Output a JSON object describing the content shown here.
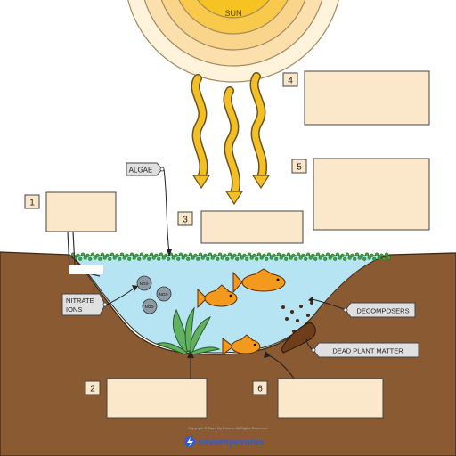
{
  "diagram": {
    "sun_label": "SUN",
    "labels": {
      "algae": "ALGAE",
      "nitrate_line1": "NITRATE",
      "nitrate_line2": "IONS",
      "decomposers": "DECOMPOSERS",
      "dead_plant_matter": "DEAD  PLANT  MATTER"
    },
    "ions": [
      "NO3-",
      "NO3-",
      "NO3-"
    ],
    "answer_boxes": [
      {
        "number": "1",
        "text": ""
      },
      {
        "number": "2",
        "text": ""
      },
      {
        "number": "3",
        "text": ""
      },
      {
        "number": "4",
        "text": ""
      },
      {
        "number": "5",
        "text": ""
      },
      {
        "number": "6",
        "text": ""
      }
    ],
    "copyright": "Copyright © Save My Exams. All Rights Reserved.",
    "logo_text": "savemyexams"
  },
  "colors": {
    "soil": "#8a5a32",
    "water": "#b6e4f2",
    "algae": "#3aa63f",
    "box_fill": "#fbe7c9",
    "sun_core": "#f7c323",
    "light_rays": "#f2bf24",
    "fish": "#f39a1e",
    "plant": "#3d9a4b",
    "label_tag": "#e0e0e0",
    "logo": "#2f5bd6"
  }
}
